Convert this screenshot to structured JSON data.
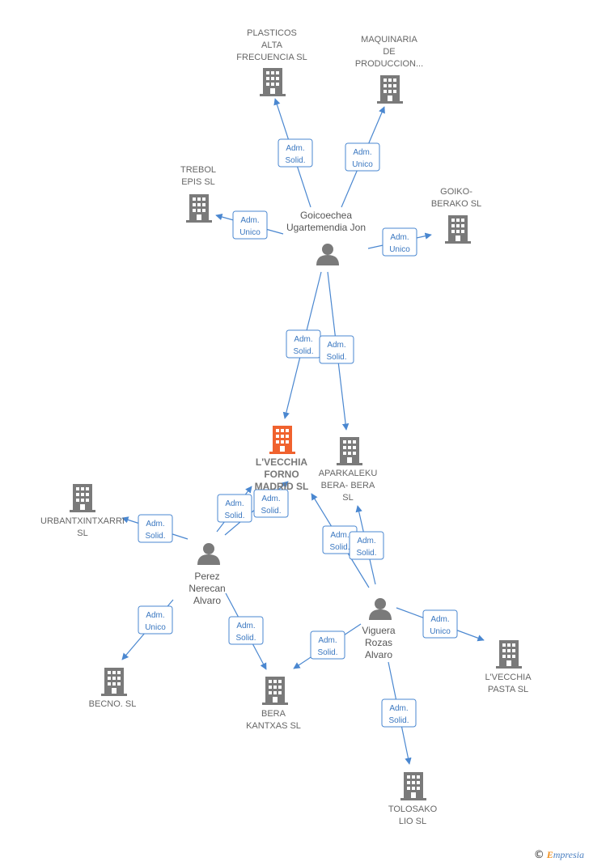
{
  "colors": {
    "edge": "#4a87d0",
    "company": "#7a7a7a",
    "focus": "#f0622e",
    "person": "#7a7a7a",
    "badge_border": "#4a87d0",
    "badge_text": "#3a77c0"
  },
  "nodes": [
    {
      "id": "plasticos",
      "kind": "company",
      "lines": [
        "PLASTICOS",
        "ALTA",
        "FRECUENCIA SL"
      ]
    },
    {
      "id": "maquinaria",
      "kind": "company",
      "lines": [
        "MAQUINARIA",
        "DE",
        "PRODUCCION..."
      ]
    },
    {
      "id": "trebol",
      "kind": "company",
      "lines": [
        "TREBOL",
        "EPIS  SL"
      ]
    },
    {
      "id": "goikoberako",
      "kind": "company",
      "lines": [
        "GOIKO-",
        "BERAKO SL"
      ]
    },
    {
      "id": "goicoechea",
      "kind": "person",
      "lines": [
        "Goicoechea",
        "Ugartemendia Jon"
      ]
    },
    {
      "id": "lvecchia_forno",
      "kind": "focus",
      "lines": [
        "L'VECCHIA",
        "FORNO",
        "MADRID  SL"
      ]
    },
    {
      "id": "aparkaleku",
      "kind": "company",
      "lines": [
        "APARKALEKU",
        "BERA- BERA",
        "SL"
      ]
    },
    {
      "id": "urbantx",
      "kind": "company",
      "lines": [
        "URBANTXINTXARRI",
        "SL"
      ]
    },
    {
      "id": "perez",
      "kind": "person",
      "lines": [
        "Perez",
        "Nerecan",
        "Alvaro"
      ]
    },
    {
      "id": "viguera",
      "kind": "person",
      "lines": [
        "Viguera",
        "Rozas",
        "Alvaro"
      ]
    },
    {
      "id": "lvecchia_pasta",
      "kind": "company",
      "lines": [
        "L'VECCHIA",
        "PASTA  SL"
      ]
    },
    {
      "id": "becno",
      "kind": "company",
      "lines": [
        "BECNO.  SL"
      ]
    },
    {
      "id": "bera_kantxas",
      "kind": "company",
      "lines": [
        "BERA",
        "KANTXAS  SL"
      ]
    },
    {
      "id": "tolosako",
      "kind": "company",
      "lines": [
        "TOLOSAKO",
        "LIO  SL"
      ]
    }
  ],
  "edges": [
    {
      "from": "goicoechea",
      "to": "plasticos",
      "role": [
        "Adm.",
        "Solid."
      ]
    },
    {
      "from": "goicoechea",
      "to": "maquinaria",
      "role": [
        "Adm.",
        "Unico"
      ]
    },
    {
      "from": "goicoechea",
      "to": "trebol",
      "role": [
        "Adm.",
        "Unico"
      ]
    },
    {
      "from": "goicoechea",
      "to": "goikoberako",
      "role": [
        "Adm.",
        "Unico"
      ]
    },
    {
      "from": "goicoechea",
      "to": "lvecchia_forno",
      "role": [
        "Adm.",
        "Solid."
      ]
    },
    {
      "from": "goicoechea",
      "to": "aparkaleku",
      "role": [
        "Adm.",
        "Solid."
      ]
    },
    {
      "from": "perez",
      "to": "lvecchia_forno",
      "role": [
        "Adm.",
        "Solid."
      ]
    },
    {
      "from": "perez",
      "to": "urbantx",
      "role": [
        "Adm.",
        "Solid."
      ]
    },
    {
      "from": "perez",
      "to": "becno",
      "role": [
        "Adm.",
        "Unico"
      ]
    },
    {
      "from": "perez",
      "to": "bera_kantxas",
      "role": [
        "Adm.",
        "Solid."
      ]
    },
    {
      "from": "viguera",
      "to": "lvecchia_forno",
      "role": [
        "Adm.",
        "Solid."
      ]
    },
    {
      "from": "viguera",
      "to": "aparkaleku",
      "role": [
        "Adm.",
        "Solid."
      ]
    },
    {
      "from": "viguera",
      "to": "lvecchia_pasta",
      "role": [
        "Adm.",
        "Unico"
      ]
    },
    {
      "from": "viguera",
      "to": "bera_kantxas",
      "role": [
        "Adm.",
        "Solid."
      ]
    },
    {
      "from": "viguera",
      "to": "tolosako",
      "role": [
        "Adm.",
        "Solid."
      ]
    },
    {
      "from": "perez",
      "to": "lvecchia_forno",
      "role": [
        "Adm.",
        "Solid."
      ]
    }
  ],
  "footer": {
    "copyright_symbol": "©",
    "brand_initial": "E",
    "brand_rest": "mpresia"
  }
}
